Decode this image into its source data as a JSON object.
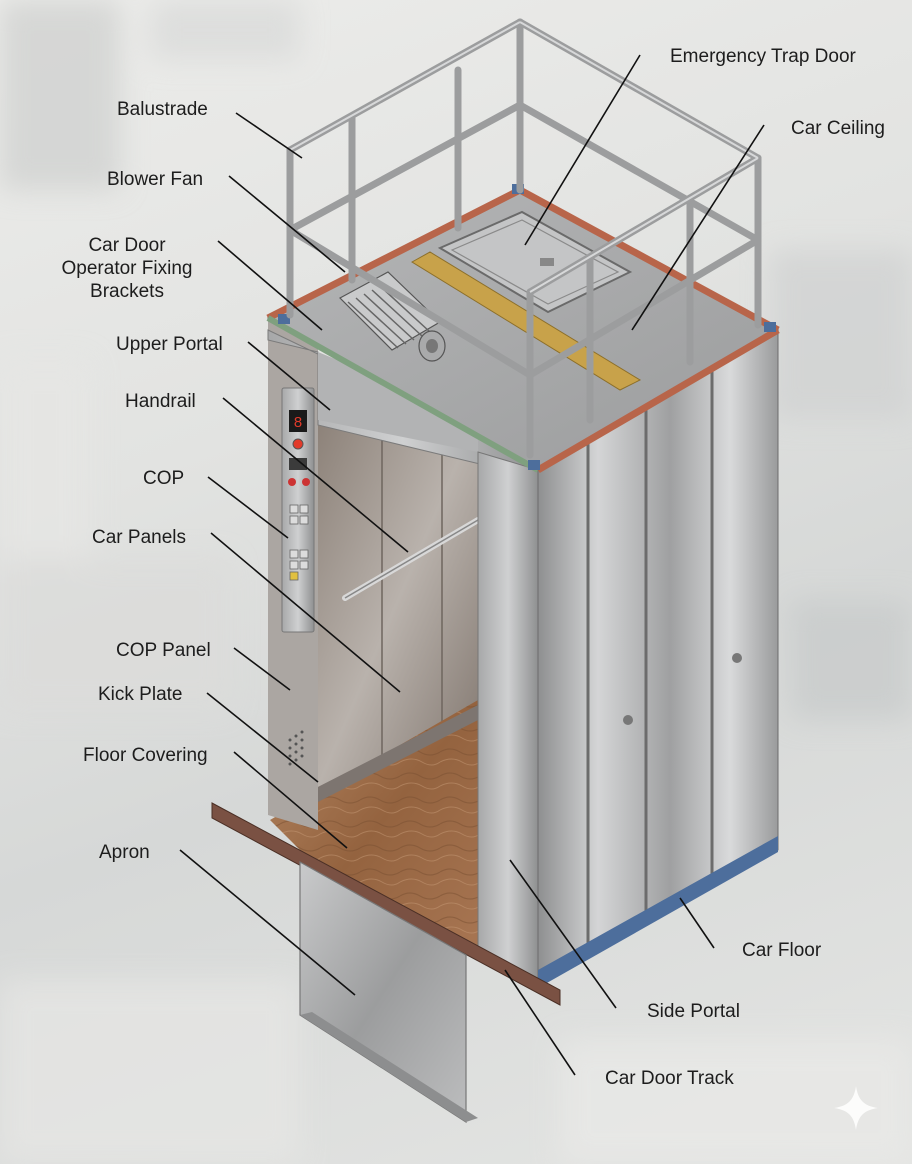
{
  "labels": {
    "balustrade": "Balustrade",
    "blower_fan": "Blower Fan",
    "car_door_operator_fixing_brackets": [
      "Car Door",
      "Operator Fixing",
      "Brackets"
    ],
    "upper_portal": "Upper Portal",
    "handrail": "Handrail",
    "cop": "COP",
    "car_panels": "Car Panels",
    "cop_panel": "COP Panel",
    "kick_plate": "Kick Plate",
    "floor_covering": "Floor Covering",
    "apron": "Apron",
    "emergency_trap_door": "Emergency Trap Door",
    "car_ceiling": "Car Ceiling",
    "car_floor": "Car Floor",
    "side_portal": "Side Portal",
    "car_door_track": "Car Door Track"
  },
  "cop_display": "8",
  "colors": {
    "stainless": "#b9b9b9",
    "wood_floor": "#9a6a45",
    "frame_red": "#b8654a",
    "frame_blue": "#4d6e9c",
    "frame_green": "#7fa07f",
    "brass_rail": "#c8a24a",
    "leader_line": "#111111"
  }
}
